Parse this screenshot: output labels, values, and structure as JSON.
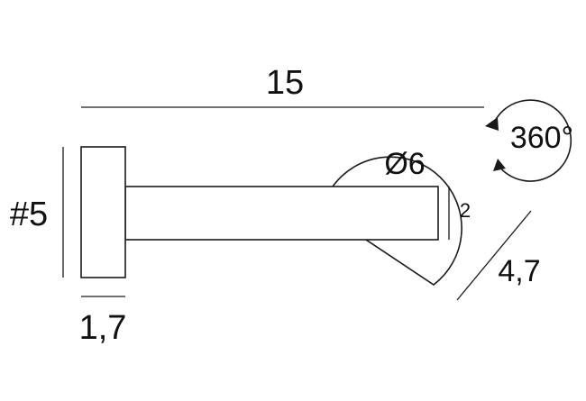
{
  "dimensions": {
    "overall_length": "15",
    "bar_size": "#5",
    "plate_thickness": "1,7",
    "head_diameter": "Ø6",
    "bar_thickness": "2",
    "offset": "4,7",
    "rotation": "360°"
  },
  "colors": {
    "line": "#1a1a1a",
    "background": "#ffffff"
  }
}
